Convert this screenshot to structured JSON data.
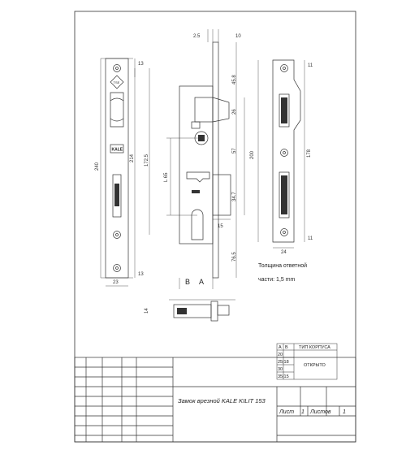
{
  "dimensions": {
    "top_2_5": "2.5",
    "top_10": "10",
    "d_13_top": "13",
    "d_240": "240",
    "d_214": "214",
    "d_172_5": "172.5",
    "d_23": "23",
    "d_13_bottom": "13",
    "d_45_8": "45.8",
    "d_26": "26",
    "d_57": "57",
    "d_200": "200",
    "d_l65": "L 65",
    "d_15": "15",
    "d_34_7": "34.7",
    "d_76_5": "76.5",
    "d_14": "14",
    "d_11_top": "11",
    "d_178": "178",
    "d_11_bottom": "11",
    "d_24": "24",
    "d_b": "B",
    "d_a": "A"
  },
  "labels": {
    "brand_badge": "KALE",
    "tse_badge": "TSE",
    "strike_thickness_title": "Толщина ответной",
    "strike_thickness_value": "части: 1,5 mm"
  },
  "body_table": {
    "col_a": "A",
    "col_b": "B",
    "header": "ТИП КОРПУСА",
    "rows": [
      "20",
      "25|18",
      "30",
      "35|15"
    ],
    "type_value": "ОТКРЫТО"
  },
  "title_block": {
    "name": "Замок врезной KALE KILIT 153",
    "sheet_label": "Лист",
    "sheet_value": "1",
    "sheets_label": "Листов",
    "sheets_value": "1"
  }
}
